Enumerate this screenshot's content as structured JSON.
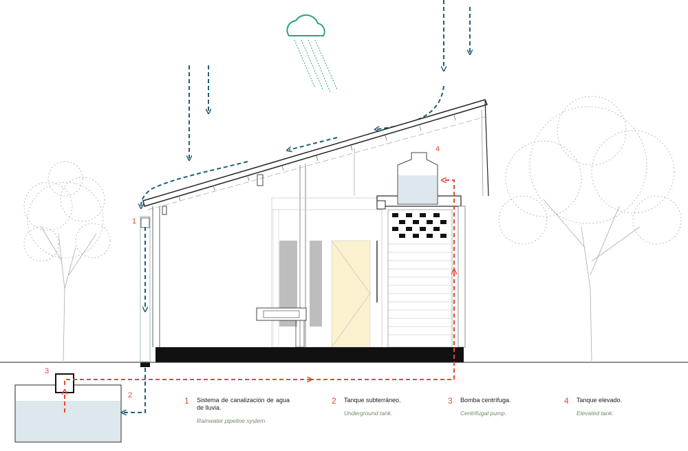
{
  "markers": {
    "m1": "1",
    "m2": "2",
    "m3": "3",
    "m4": "4"
  },
  "legend": [
    {
      "num": "1",
      "es": "Sistema de canalización de agua de lluvia.",
      "en": "Rainwater pipeline system."
    },
    {
      "num": "2",
      "es": "Tanque subterráneo.",
      "en": "Underground tank."
    },
    {
      "num": "3",
      "es": "Bomba centrífuga.",
      "en": "Centrifugal pump."
    },
    {
      "num": "4",
      "es": "Tanque elevado.",
      "en": "Elevated tank."
    }
  ],
  "colors": {
    "rain_flow": "#1f5f73",
    "pump_flow": "#e8452c",
    "cloud": "#2aa384",
    "tank_water": "#dde8ec",
    "door": "#fbf1cf",
    "window": "#bdbdbd"
  },
  "icons": [
    "cloud-icon",
    "tree-icon"
  ]
}
